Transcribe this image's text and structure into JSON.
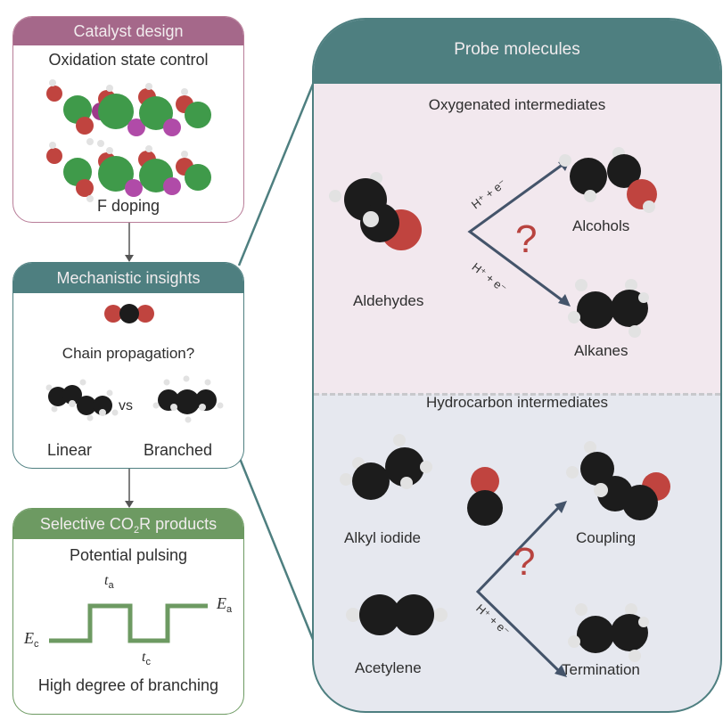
{
  "colors": {
    "catalyst_header": "#a5688a",
    "catalyst_border": "#b87d98",
    "mechanistic_header": "#4e7f80",
    "selective_header": "#6d9a62",
    "probe_header": "#4e7f80",
    "oxygenated_bg": "#f2e8ee",
    "hydrocarbon_bg": "#e6e8ef",
    "arrow": "#44546a",
    "question": "#b8433f",
    "carbon": "#1c1c1c",
    "oxygen": "#c0443f",
    "hydrogen": "#e2e2e2",
    "metal_green": "#3f9a4a",
    "fluorine_magenta": "#b04ba8",
    "pulse": "#6d9a62"
  },
  "catalyst_design": {
    "header": "Catalyst design",
    "subtitle": "Oxidation state control",
    "caption": "F doping",
    "icon": "layered-crystal-structure-icon"
  },
  "mechanistic_insights": {
    "header": "Mechanistic insights",
    "molecule_icon": "co2-molecule-icon",
    "question": "Chain propagation?",
    "linear_label": "Linear",
    "vs_label": "vs",
    "branched_label": "Branched"
  },
  "selective_products": {
    "header_prefix": "Selective CO",
    "header_sub": "2",
    "header_suffix": "R products",
    "subtitle": "Potential pulsing",
    "waveform": {
      "ta_main": "t",
      "ta_sub": "a",
      "tc_main": "t",
      "tc_sub": "c",
      "ea_main": "E",
      "ea_sub": "a",
      "ec_main": "E",
      "ec_sub": "c"
    },
    "caption": "High degree of branching"
  },
  "probe_molecules": {
    "header": "Probe molecules",
    "oxygenated": {
      "title": "Oxygenated intermediates",
      "reactant": "Aldehydes",
      "product_top": "Alcohols",
      "product_bottom": "Alkanes",
      "arrow_label_top": "H⁺ + e⁻",
      "arrow_label_bottom": "H⁺ + e⁻",
      "question": "?"
    },
    "hydrocarbon": {
      "title": "Hydrocarbon intermediates",
      "reactant_top": "Alkyl iodide",
      "reactant_bottom": "Acetylene",
      "product_top": "Coupling",
      "product_bottom": "Termination",
      "arrow_label_bottom": "H⁺ + e⁻",
      "question": "?"
    }
  }
}
